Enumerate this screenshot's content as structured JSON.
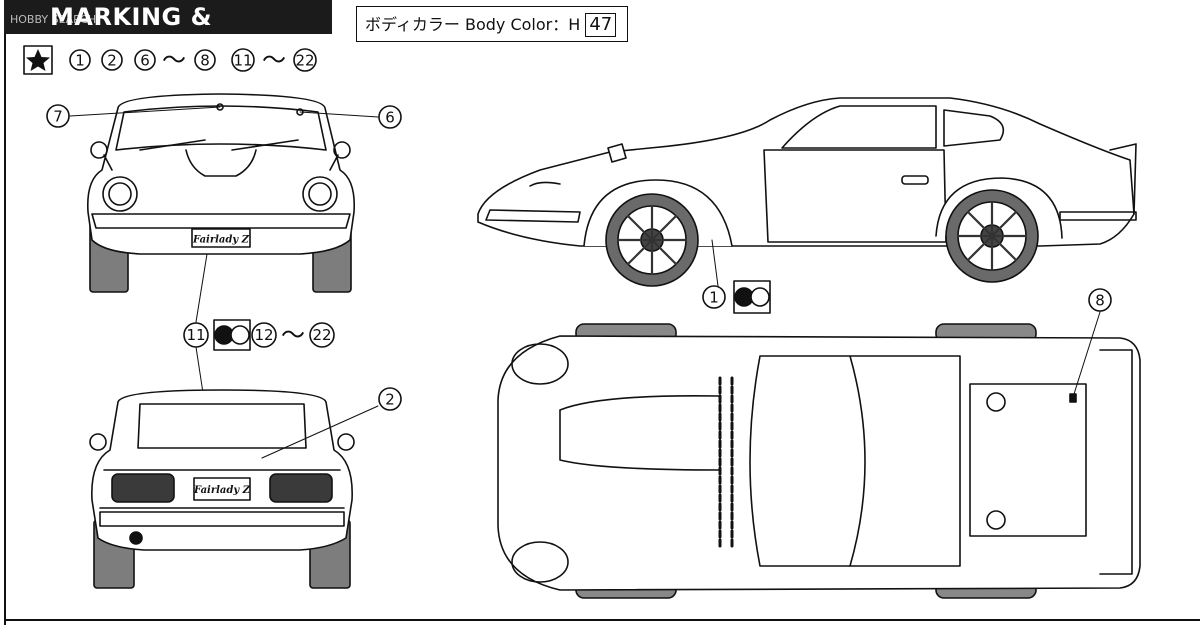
{
  "header": {
    "title": "MARKING & PAINTING",
    "watermark": "HOBBY SEARCH",
    "body_color_label": "ボディカラー  Body Color：H",
    "body_color_code": "47"
  },
  "star_marker": {
    "icon": "star-icon",
    "parts": [
      "1",
      "2",
      "6",
      "8",
      "11",
      "22"
    ],
    "range_sep": "〜"
  },
  "callouts": {
    "front_left": "7",
    "front_right": "6",
    "side": "1",
    "top_right": "8",
    "rear_right": "2",
    "rear_left": "11",
    "rear_range_start": "12",
    "rear_range_end": "22",
    "range_sep": "〜"
  },
  "plates": {
    "front": "Fairlady Z",
    "rear": "Fairlady Z"
  },
  "swatch": {
    "left": "#111111",
    "right": "#ffffff"
  }
}
